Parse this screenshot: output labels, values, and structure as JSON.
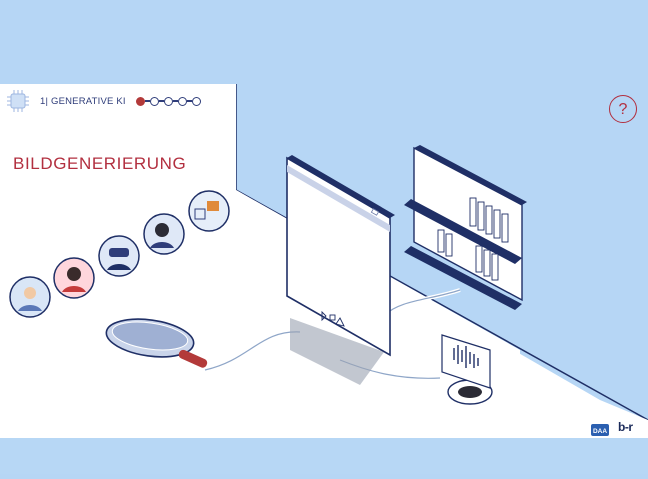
{
  "header": {
    "module_label": "1| GENERATIVE KI",
    "progress_steps": 5,
    "active_step": 1
  },
  "page": {
    "title": "BILDGENERIERUNG"
  },
  "help": {
    "label": "?"
  },
  "footer": {
    "logo_daa": "DAA",
    "logo_br": "b-r"
  },
  "colors": {
    "background": "#b6d6f5",
    "accent": "#b22f3f",
    "navy": "#2f3d7a"
  },
  "icons": [
    "chip-logo-icon",
    "magnifier-icon",
    "monitor-icon",
    "shelf-icon",
    "audio-device-icon"
  ]
}
